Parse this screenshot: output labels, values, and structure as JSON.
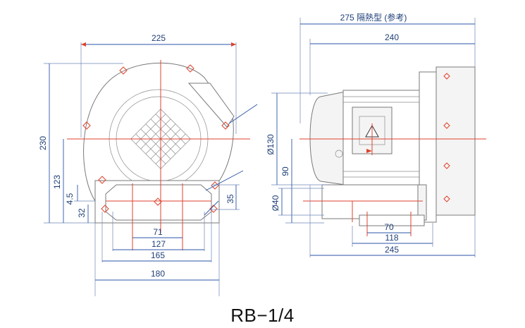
{
  "model": "RB−1/4",
  "front_view": {
    "dims": {
      "top_width": "225",
      "overall_height": "230",
      "center_height": "123",
      "flange_offset": "4.5",
      "port_height": "32",
      "port_spacing": "71",
      "mount_inner": "127",
      "mount_outer": "165",
      "base_width": "180",
      "port_center": "35"
    }
  },
  "side_view": {
    "dims": {
      "length_with_heatsink": "275 隔熱型 (参考)",
      "length": "240",
      "motor_diameter": "Ø130",
      "center_height": "90",
      "port_diameter": "Ø40",
      "foot_inner": "70",
      "foot_outer": "118",
      "overall_length": "245"
    }
  },
  "colors": {
    "dimension": "#2b56a8",
    "centerline": "#e0422c",
    "outline": "#7a7a7a"
  }
}
